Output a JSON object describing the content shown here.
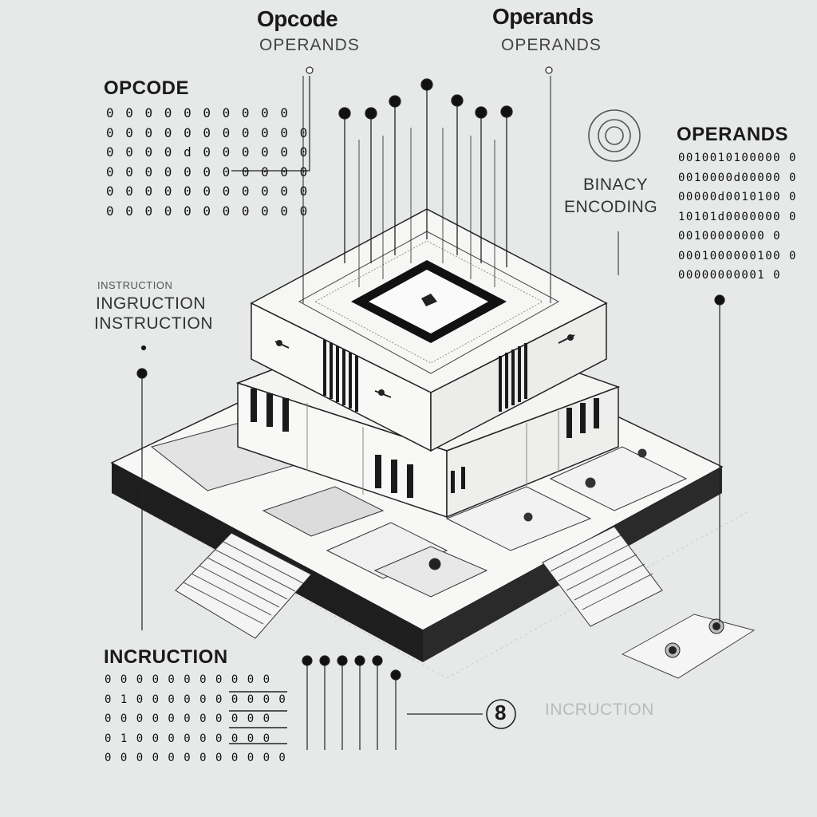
{
  "top": {
    "opcode_title": "Opcode",
    "opcode_sub": "OPERANDS",
    "operands_title": "Operands",
    "operands_sub": "OPERANDS"
  },
  "left_block": {
    "title": "OPCODE",
    "rows": [
      "0 0 0 0 0 0 0 0 0 0",
      "0 0 0 0 0 0 0 0 0 0 0",
      "0 0 0 0 d 0 0 0 0 0 0",
      "0 0 0 0 0 0 0 0 0 0 0",
      "0 0 0 0 0 0 0 0 0 0 0",
      "0 0 0 0 0 0 0 0 0 0 0"
    ]
  },
  "right_block": {
    "title": "OPERANDS",
    "rows": [
      "0010010100000 0",
      "0010000d00000 0",
      "00000d0010100 0",
      "10101d0000000 0",
      "00100000000 0",
      "0001000000100 0",
      "00000000001 0"
    ]
  },
  "encoding": {
    "line1": "BINACY",
    "line2": "ENCODING"
  },
  "instruction_mid": {
    "garbled": "INSTRUCTION",
    "line1": "INGRUCTION",
    "line2": "INSTRUCTION"
  },
  "bottom_block": {
    "title": "INCRUCTION",
    "rows": [
      "0 0 0 0 0 0 0 0 0 0 0",
      "0 1 0 0 0 0 0 0 0 0 0 0",
      "0 0 0 0 0 0 0 0 0 0 0",
      "0 1 0 0 0 0 0 0 0 0 0",
      "0 0 0 0 0 0 0 0 0 0 0 0"
    ]
  },
  "bottom_right": {
    "glyph": "8",
    "faint_label": "INCRUCTION"
  },
  "colors": {
    "background": "#e6e9e8",
    "ink": "#1a1a1a",
    "surface": "#f6f6f5",
    "accent_dark": "#1c1c1c"
  }
}
